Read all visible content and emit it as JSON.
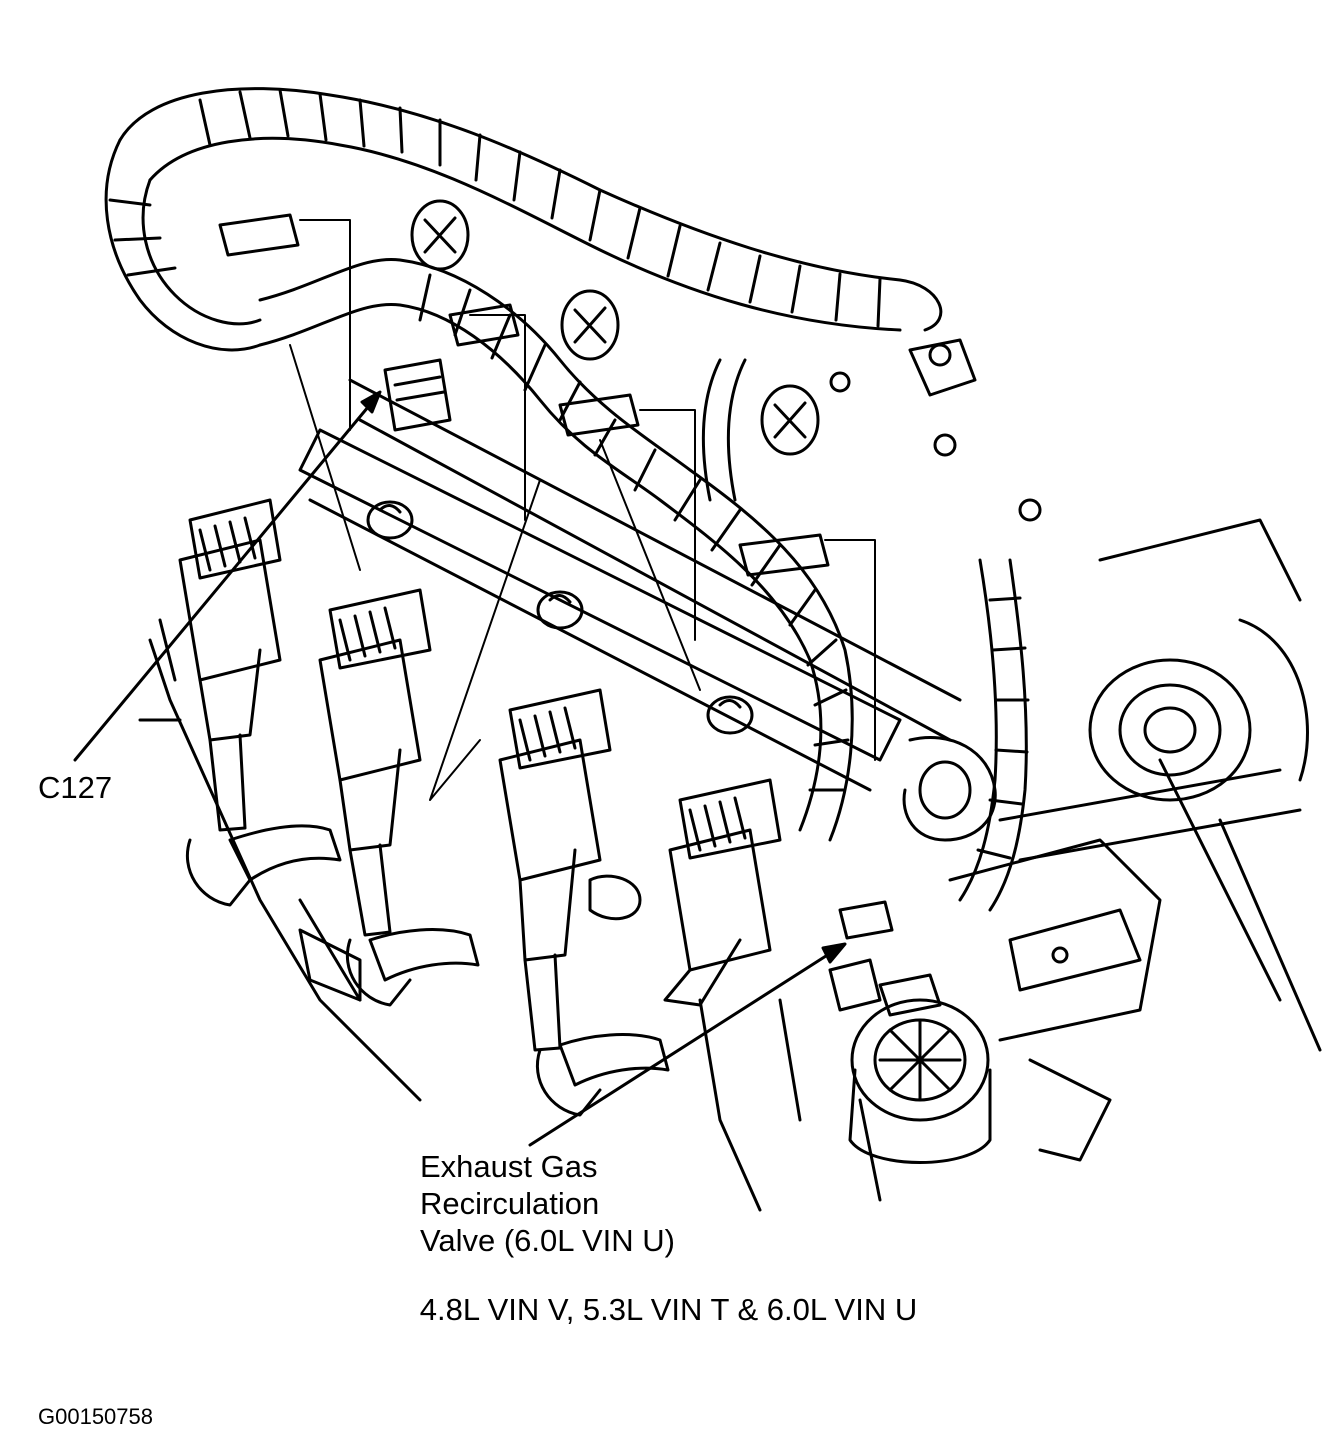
{
  "callouts": {
    "c127": "C127",
    "egr_line1": "Exhaust Gas",
    "egr_line2": "Recirculation",
    "egr_line3": "Valve (6.0L VIN U)"
  },
  "caption": "4.8L VIN V, 5.3L VIN T & 6.0L VIN U",
  "figure_id": "G00150758",
  "colors": {
    "ink": "#000000",
    "paper": "#ffffff"
  }
}
